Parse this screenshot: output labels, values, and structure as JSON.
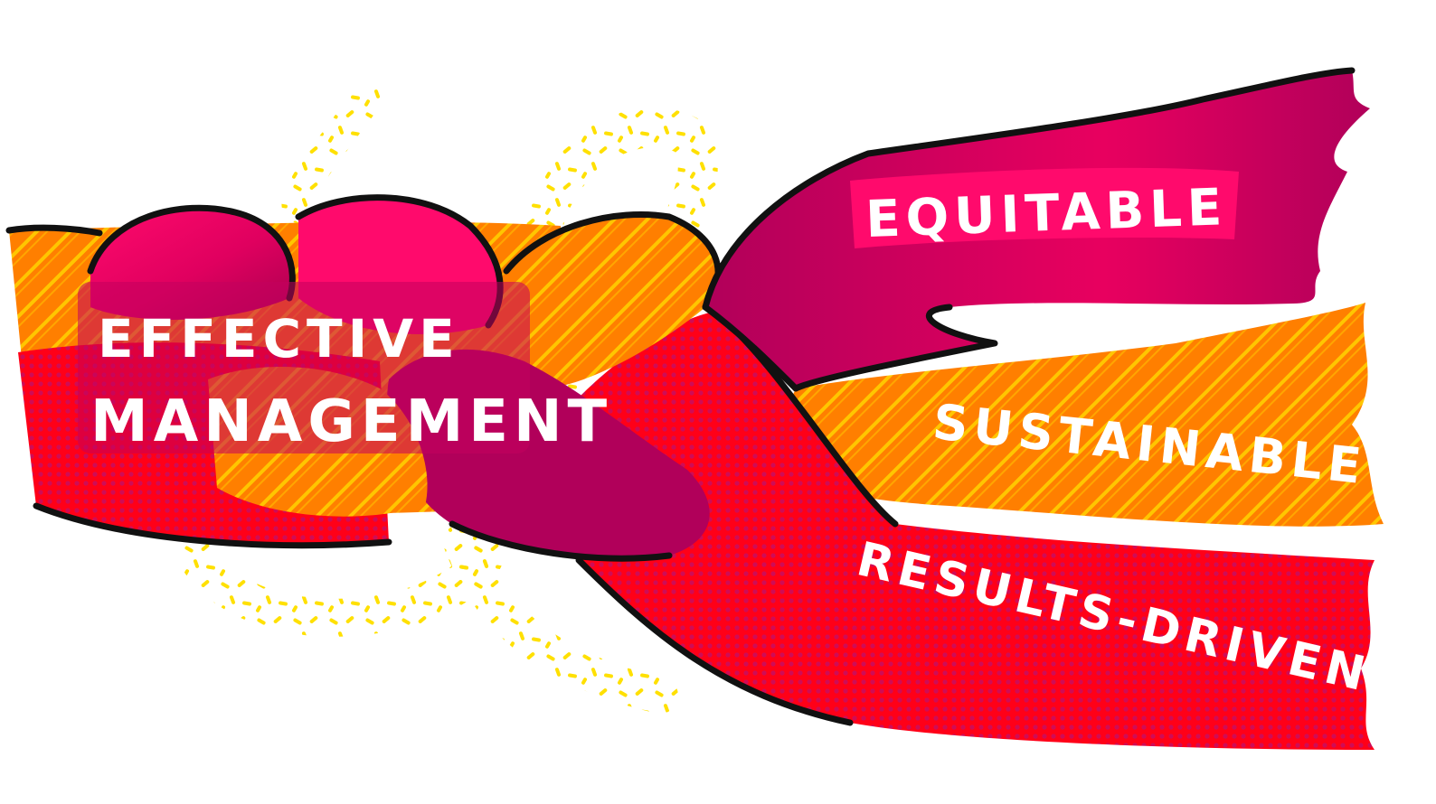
{
  "illustration": {
    "title_label": {
      "line1": "EFFECTIVE",
      "line2": "MANAGEMENT"
    },
    "ribbons": [
      {
        "id": "equitable",
        "label": "EQUITABLE",
        "color": "#b1005a",
        "highlight": "#ff0a6c"
      },
      {
        "id": "sustainable",
        "label": "SUSTAINABLE",
        "color": "#ff7f00",
        "highlight": "#ffd200"
      },
      {
        "id": "results-driven",
        "label": "RESULTS-DRIVEN",
        "color": "#ff0018",
        "highlight": "#c0106a"
      }
    ],
    "accent_color": "#ffe000",
    "outline_color": "#111111",
    "label_box_color": "#c2005f"
  }
}
